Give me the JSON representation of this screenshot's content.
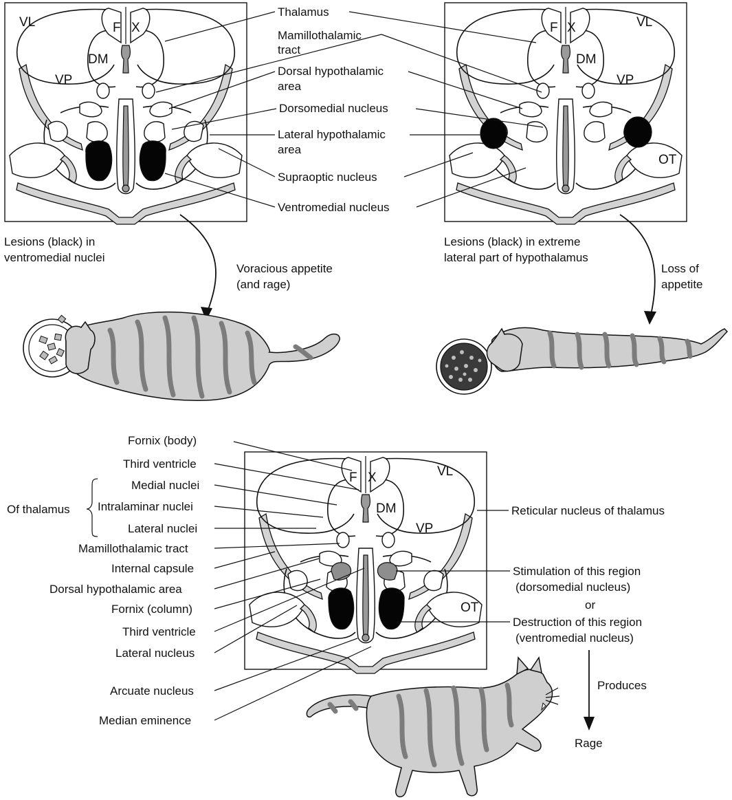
{
  "abbreviations": {
    "fornix_f": "F",
    "fornix_x": "X",
    "vl": "VL",
    "dm": "DM",
    "vp": "VP",
    "ot": "OT"
  },
  "top_labels": {
    "thalamus": "Thalamus",
    "mamillothalamic_1": "Mamillothalamic",
    "mamillothalamic_2": "tract",
    "dorsal_hypo_1": "Dorsal hypothalamic",
    "dorsal_hypo_2": "area",
    "dorsomedial": "Dorsomedial  nucleus",
    "lateral_hypo_1": "Lateral hypothalamic",
    "lateral_hypo_2": "area",
    "supraoptic": "Supraoptic nucleus",
    "ventromedial": "Ventromedial nucleus"
  },
  "left_panel": {
    "caption_1": "Lesions (black) in",
    "caption_2": "ventromedial nuclei",
    "effect_1": "Voracious appetite",
    "effect_2": "(and rage)"
  },
  "right_panel": {
    "caption_1": "Lesions (black) in extreme",
    "caption_2": "lateral part of hypothalamus",
    "effect_1": "Loss of",
    "effect_2": "appetite"
  },
  "bottom_labels": {
    "fornix_body": "Fornix (body)",
    "third_ventricle_top": "Third ventricle",
    "medial_nuclei": "Medial nuclei",
    "intralaminar_nuclei": "Intralaminar nuclei",
    "lateral_nuclei": "Lateral nuclei",
    "of_thalamus": "Of thalamus",
    "mamillothalamic_tract": "Mamillothalamic tract",
    "internal_capsule": "Internal capsule",
    "dorsal_hypothalamic_area": "Dorsal hypothalamic area",
    "fornix_column": "Fornix (column)",
    "third_ventricle_bottom": "Third ventricle",
    "lateral_nucleus": "Lateral nucleus",
    "arcuate_nucleus": "Arcuate nucleus",
    "median_eminence": "Median eminence",
    "reticular_nucleus": "Reticular nucleus of thalamus",
    "stimulation_1": "Stimulation of this region",
    "stimulation_2": "(dorsomedial nucleus)",
    "or": "or",
    "destruction_1": "Destruction of this region",
    "destruction_2": "(ventromedial nucleus)",
    "produces": "Produces",
    "rage": "Rage"
  }
}
